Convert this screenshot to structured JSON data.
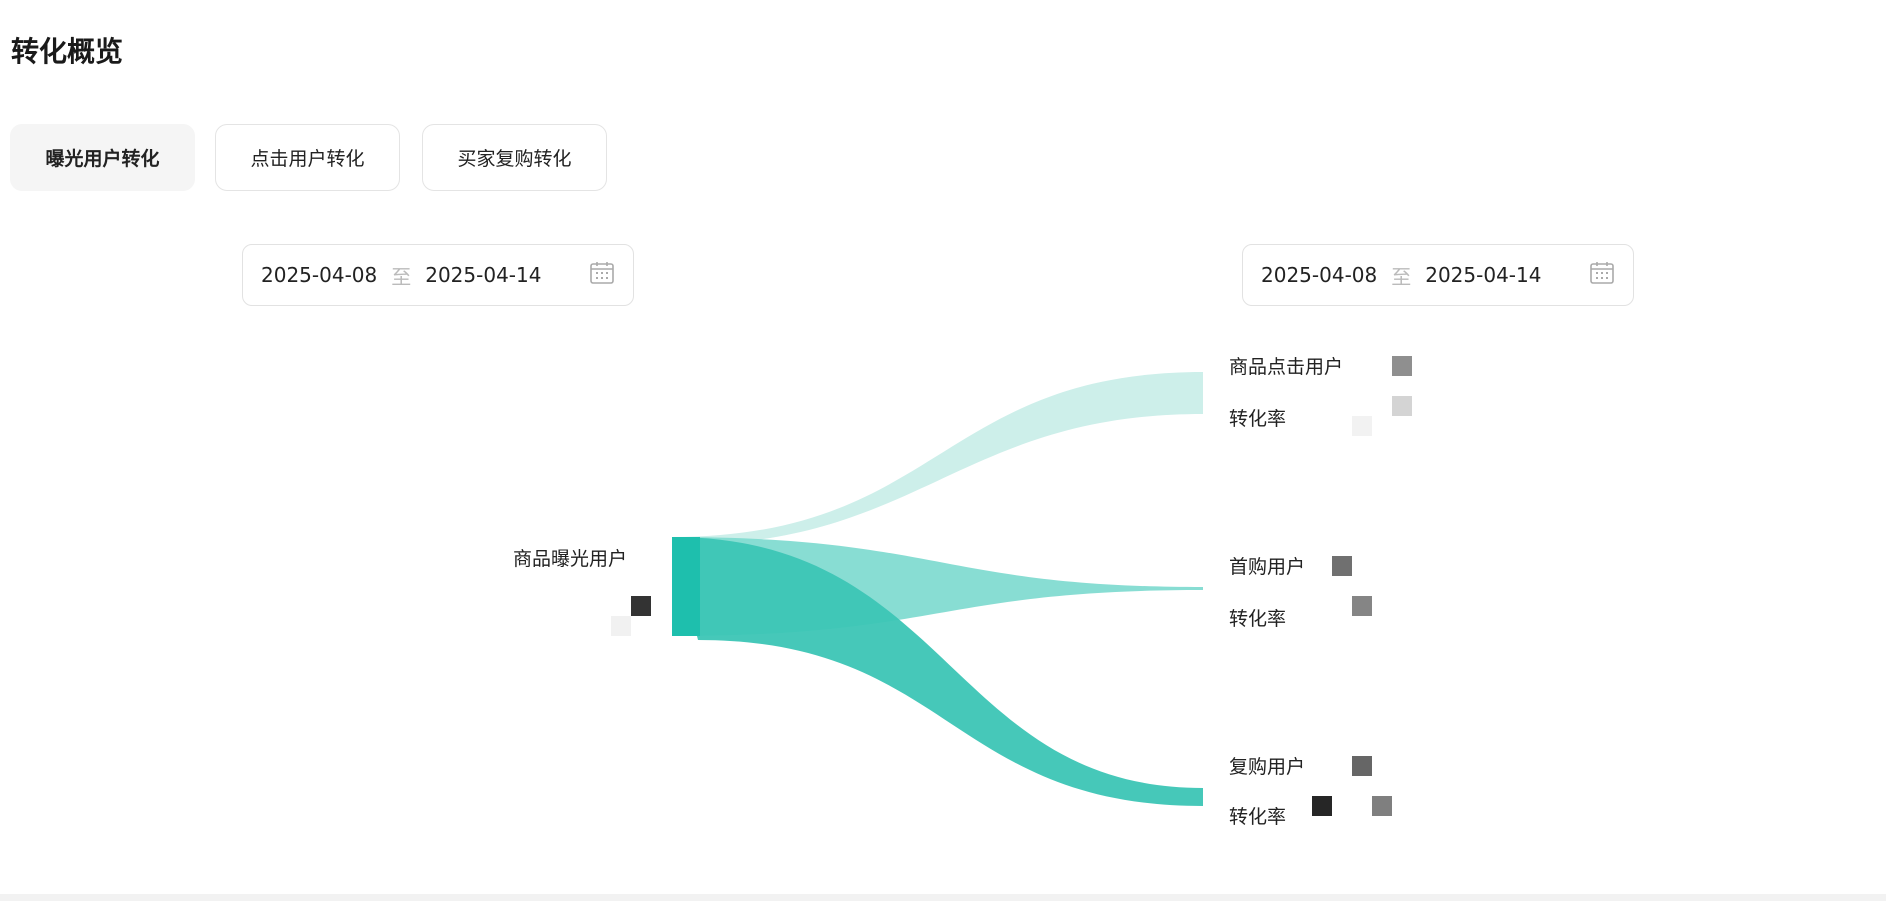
{
  "header": {
    "title": "转化概览"
  },
  "tabs": [
    {
      "label": "曝光用户转化",
      "active": true
    },
    {
      "label": "点击用户转化",
      "active": false
    },
    {
      "label": "买家复购转化",
      "active": false
    }
  ],
  "date_ranges": [
    {
      "start": "2025-04-08",
      "separator": "至",
      "end": "2025-04-14",
      "icon": "calendar-icon"
    },
    {
      "start": "2025-04-08",
      "separator": "至",
      "end": "2025-04-14",
      "icon": "calendar-icon"
    }
  ],
  "sankey": {
    "source": {
      "label": "商品曝光用户"
    },
    "targets": [
      {
        "label": "商品点击用户",
        "rate_label": "转化率"
      },
      {
        "label": "首购用户",
        "rate_label": "转化率"
      },
      {
        "label": "复购用户",
        "rate_label": "转化率"
      }
    ],
    "colors": {
      "node": "#1ebfad",
      "flow1": "#cdefea",
      "flow2": "#82dbd1",
      "flow3": "#3cc5b5"
    }
  }
}
